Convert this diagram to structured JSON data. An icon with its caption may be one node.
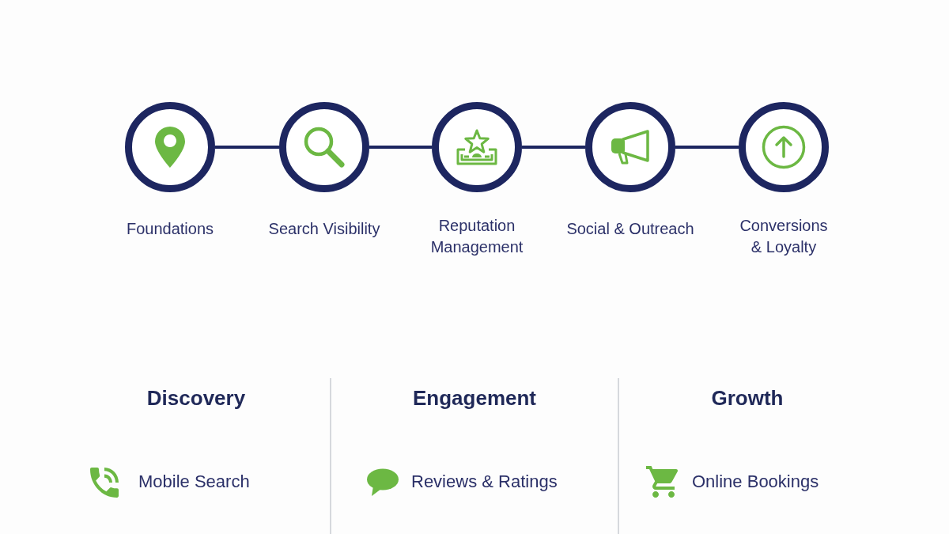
{
  "diagram": {
    "nodes": [
      {
        "text": [
          "Foundations"
        ]
      },
      {
        "text": [
          "Search Visibility"
        ]
      },
      {
        "text": [
          "Reputation Management"
        ]
      },
      {
        "text": [
          "Social & Outreach"
        ]
      },
      {
        "text": [
          "Conversions & Loyalty"
        ]
      }
    ],
    "edges": [
      {
        "from": 0,
        "to": 1,
        "arrow": "none"
      },
      {
        "from": 1,
        "to": 2,
        "arrow": "none"
      },
      {
        "from": 2,
        "to": 3,
        "arrow": "none"
      },
      {
        "from": 3,
        "to": 4,
        "arrow": "none"
      }
    ],
    "labels": [
      "Discovery",
      "Engagement",
      "Growth",
      "Mobile Search",
      "Reviews & Ratings",
      "Online Bookings"
    ]
  }
}
